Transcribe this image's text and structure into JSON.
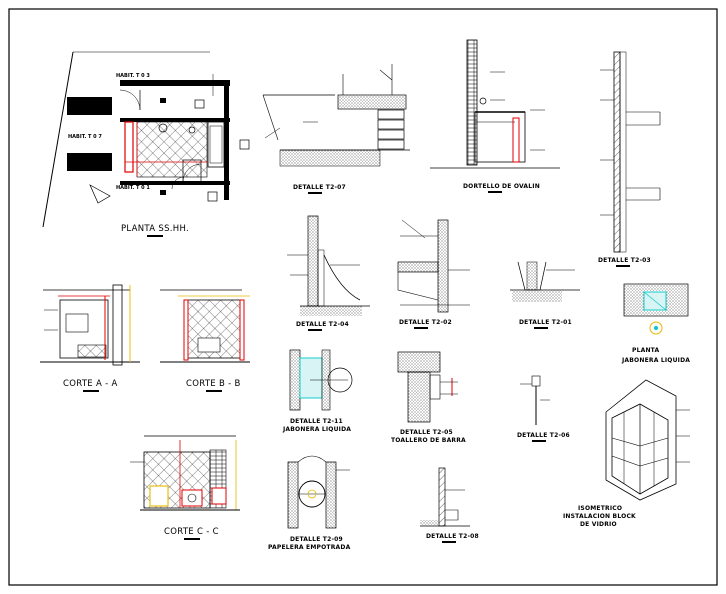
{
  "drawing": {
    "labels": {
      "hab_t03": "HABIT. T 0 3",
      "hab_t07": "HABIT. T 0 7",
      "hab_t01": "HABIT. T 0 1",
      "planta_sshh": "PLANTA SS.HH.",
      "detalle_07": "DETALLE T2-07",
      "detalle_revestimiento": "DORTELLO DE OVALIN",
      "detalle_03": "DETALLE T2-03",
      "detalle_04": "DETALLE T2-04",
      "detalle_02": "DETALLE T2-02",
      "detalle_01": "DETALLE T2-01",
      "planta_jabonera": "PLANTA",
      "planta_jabonera_2": "JABONERA LIQUIDA",
      "corte_aa": "CORTE A - A",
      "corte_bb": "CORTE B - B",
      "corte_cc": "CORTE C - C",
      "detalle_11": "DETALLE T2-11",
      "detalle_11_sub": "JABONERA LIQUIDA",
      "detalle_05": "DETALLE T2-05",
      "detalle_05_sub": "TOALLERO DE BARRA",
      "detalle_06": "DETALLE T2-06",
      "detalle_09": "DETALLE T2-09",
      "detalle_09_sub": "PAPELERA EMPOTRADA",
      "detalle_08": "DETALLE T2-08",
      "isometrico": "ISOMETRICO",
      "isometrico_2": "INSTALACION BLOCK",
      "isometrico_3": "DE VIDRIO"
    },
    "colors": {
      "line": "#000000",
      "red": "#e00000",
      "yellow": "#e6b800",
      "cyan": "#00c8c8"
    }
  }
}
